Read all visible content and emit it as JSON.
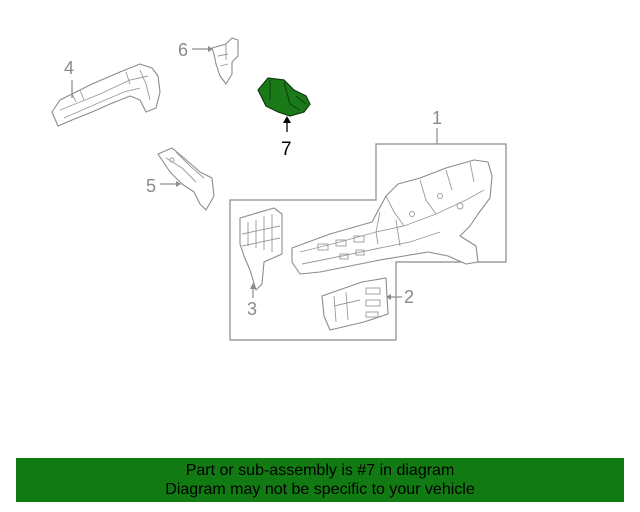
{
  "diagram": {
    "callouts": {
      "one": "1",
      "two": "2",
      "three": "3",
      "four": "4",
      "five": "5",
      "six": "6",
      "seven": "7"
    },
    "highlighted_part": "7",
    "highlight_color": "#1a7a1a",
    "line_color": "#8c8c8c"
  },
  "footer": {
    "line1": "Part or sub-assembly is #7 in diagram",
    "line2": "Diagram may not be specific to your vehicle",
    "background": "#127a12"
  }
}
